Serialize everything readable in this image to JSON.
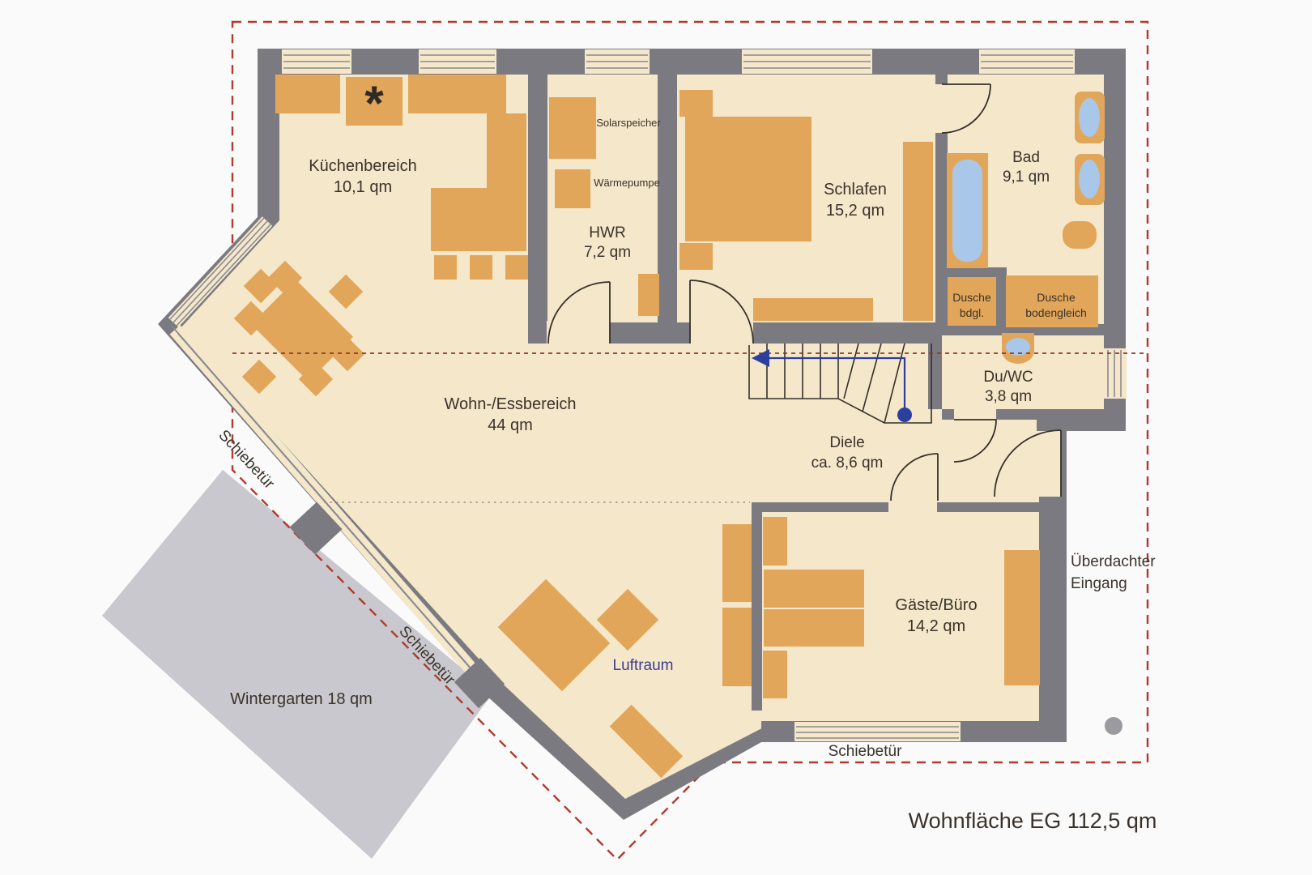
{
  "title": "Wohnfläche EG 112,5 qm",
  "rooms": {
    "kueche": {
      "name": "Küchenbereich",
      "area": "10,1 qm"
    },
    "wohnen": {
      "name": "Wohn-/Essbereich",
      "area": "44 qm"
    },
    "hwr": {
      "name": "HWR",
      "area": "7,2 qm"
    },
    "schlafen": {
      "name": "Schlafen",
      "area": "15,2 qm"
    },
    "bad": {
      "name": "Bad",
      "area": "9,1 qm"
    },
    "duwc": {
      "name": "Du/WC",
      "area": "3,8 qm"
    },
    "diele": {
      "name": "Diele",
      "area": "ca. 8,6 qm"
    },
    "gaeste": {
      "name": "Gäste/Büro",
      "area": "14,2 qm"
    },
    "wintergarten": {
      "name": "Wintergarten 18 qm"
    }
  },
  "equipment": {
    "solarspeicher": "Solarspeicher",
    "waermepumpe": "Wärmepumpe",
    "dusche_bdgl_line1": "Dusche",
    "dusche_bdgl_line2": "bdgl.",
    "dusche_boden_line1": "Dusche",
    "dusche_boden_line2": "bodengleich"
  },
  "annotations": {
    "schiebetuer": "Schiebetür",
    "luftraum": "Luftraum",
    "eingang_line1": "Überdachter",
    "eingang_line2": "Eingang",
    "kamin_marker": "*"
  },
  "colors": {
    "floor": "#f5e7ca",
    "furniture": "#e2a65a",
    "wall": "#7b7a80",
    "wintergarten": "#c9c8ce",
    "water": "#a9c7e8",
    "boundary_dash": "#b23a2c",
    "section_dash": "#8f3a28",
    "stair_arrow": "#2b3f9e",
    "luftraum_text": "#3f3c8f",
    "label_text": "#3a332b"
  }
}
